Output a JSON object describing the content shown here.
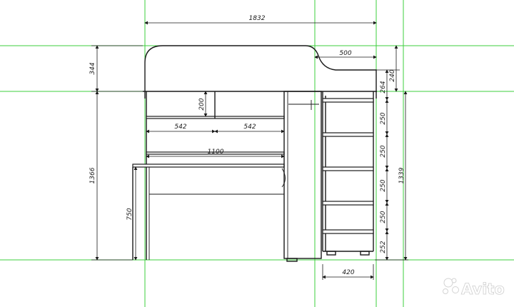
{
  "drawing": {
    "dimensions": {
      "total_width": "1832",
      "ladder_top_width": "500",
      "headboard_height": "344",
      "ladder_top_height": "240",
      "upper_step": "264",
      "shelf_height": "200",
      "shelf_left_width": "542",
      "shelf_right_width": "542",
      "desk_width": "1100",
      "desk_height": "750",
      "total_height": "1366",
      "ladder_height": "1339",
      "step_1": "250",
      "step_2": "250",
      "step_3": "250",
      "step_4": "250",
      "bottom_step": "252",
      "ladder_width": "420"
    }
  },
  "watermark": {
    "text": "Avito",
    "color": "#ffffff"
  },
  "colors": {
    "guides": "#3ccf3c",
    "lines": "#1a1a1a",
    "background": "#ffffff"
  }
}
